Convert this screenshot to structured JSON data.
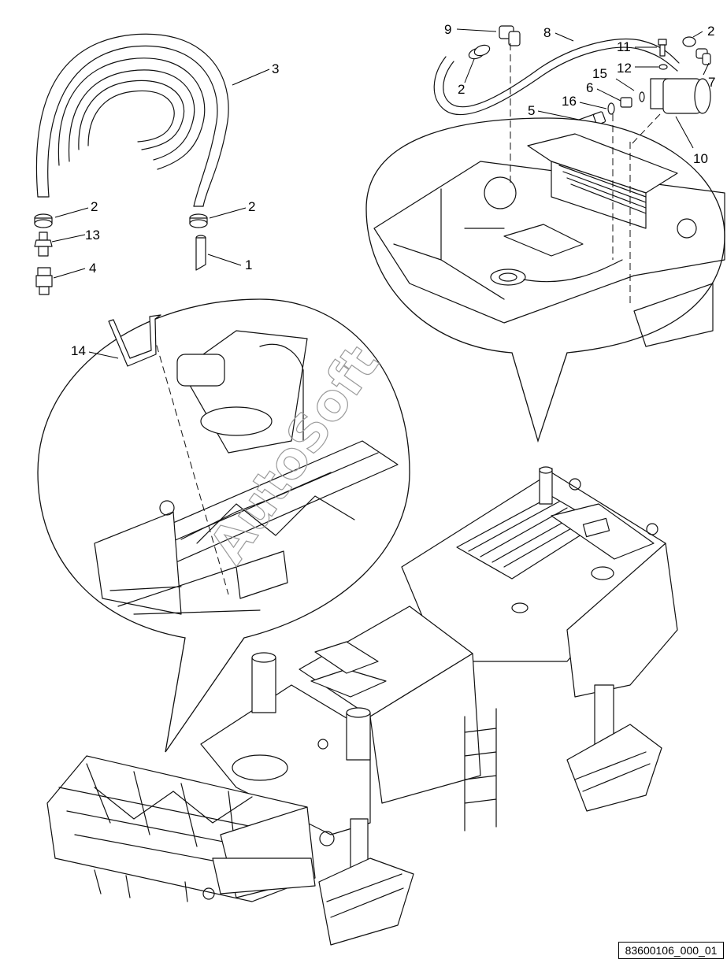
{
  "callouts": [
    {
      "id": "c9",
      "text": "9"
    },
    {
      "id": "c8",
      "text": "8"
    },
    {
      "id": "c2a",
      "text": "2"
    },
    {
      "id": "c11",
      "text": "11"
    },
    {
      "id": "c12",
      "text": "12"
    },
    {
      "id": "c7",
      "text": "7"
    },
    {
      "id": "c2b",
      "text": "2"
    },
    {
      "id": "c15",
      "text": "15"
    },
    {
      "id": "c6",
      "text": "6"
    },
    {
      "id": "c16",
      "text": "16"
    },
    {
      "id": "c5",
      "text": "5"
    },
    {
      "id": "c10",
      "text": "10"
    },
    {
      "id": "c3",
      "text": "3"
    },
    {
      "id": "c2c",
      "text": "2"
    },
    {
      "id": "c2d",
      "text": "2"
    },
    {
      "id": "c13",
      "text": "13"
    },
    {
      "id": "c4",
      "text": "4"
    },
    {
      "id": "c1",
      "text": "1"
    },
    {
      "id": "c14",
      "text": "14"
    }
  ],
  "labels": {
    "c9": "9",
    "c8": "8",
    "c2a": "2",
    "c11": "11",
    "c12": "12",
    "c7": "7",
    "c2b": "2",
    "c15": "15",
    "c6": "6",
    "c16": "16",
    "c5": "5",
    "c10": "10",
    "c3": "3",
    "c2c": "2",
    "c2d": "2",
    "c13": "13",
    "c4": "4",
    "c1": "1",
    "c14": "14"
  },
  "watermark": "AutoSoft",
  "document_reference": "83600106_000_01"
}
